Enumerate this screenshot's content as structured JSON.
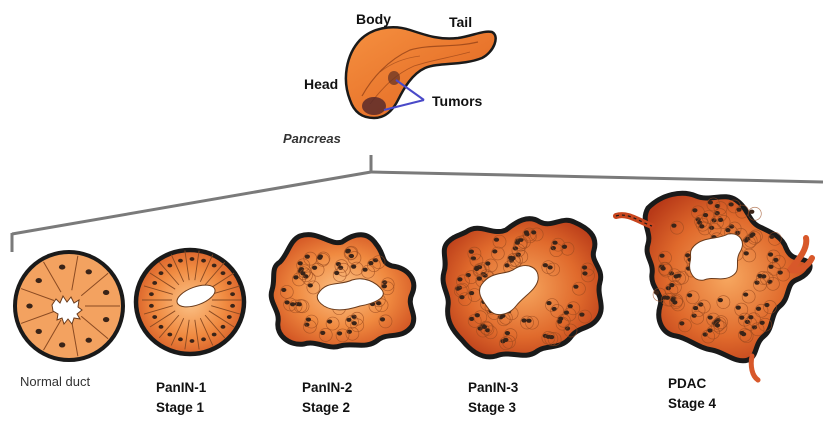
{
  "pancreas": {
    "labels": {
      "body": "Body",
      "tail": "Tail",
      "head": "Head",
      "tumors": "Tumors",
      "organ": "Pancreas"
    }
  },
  "stages": [
    {
      "name": "Normal duct",
      "stage": ""
    },
    {
      "name": "PanIN-1",
      "stage": "Stage 1"
    },
    {
      "name": "PanIN-2",
      "stage": "Stage 2"
    },
    {
      "name": "PanIN-3",
      "stage": "Stage 3"
    },
    {
      "name": "PDAC",
      "stage": "Stage 4"
    }
  ],
  "colors": {
    "tissue_light": "#f8b070",
    "tissue_mid": "#ee7d35",
    "tissue_dark": "#c8461e",
    "outline": "#1a1a1a",
    "nucleus": "#3a2418",
    "connector": "#7a7a7a",
    "tumor_marker": "#4a4ac8",
    "tumor_mass": "#5a2a2a"
  }
}
